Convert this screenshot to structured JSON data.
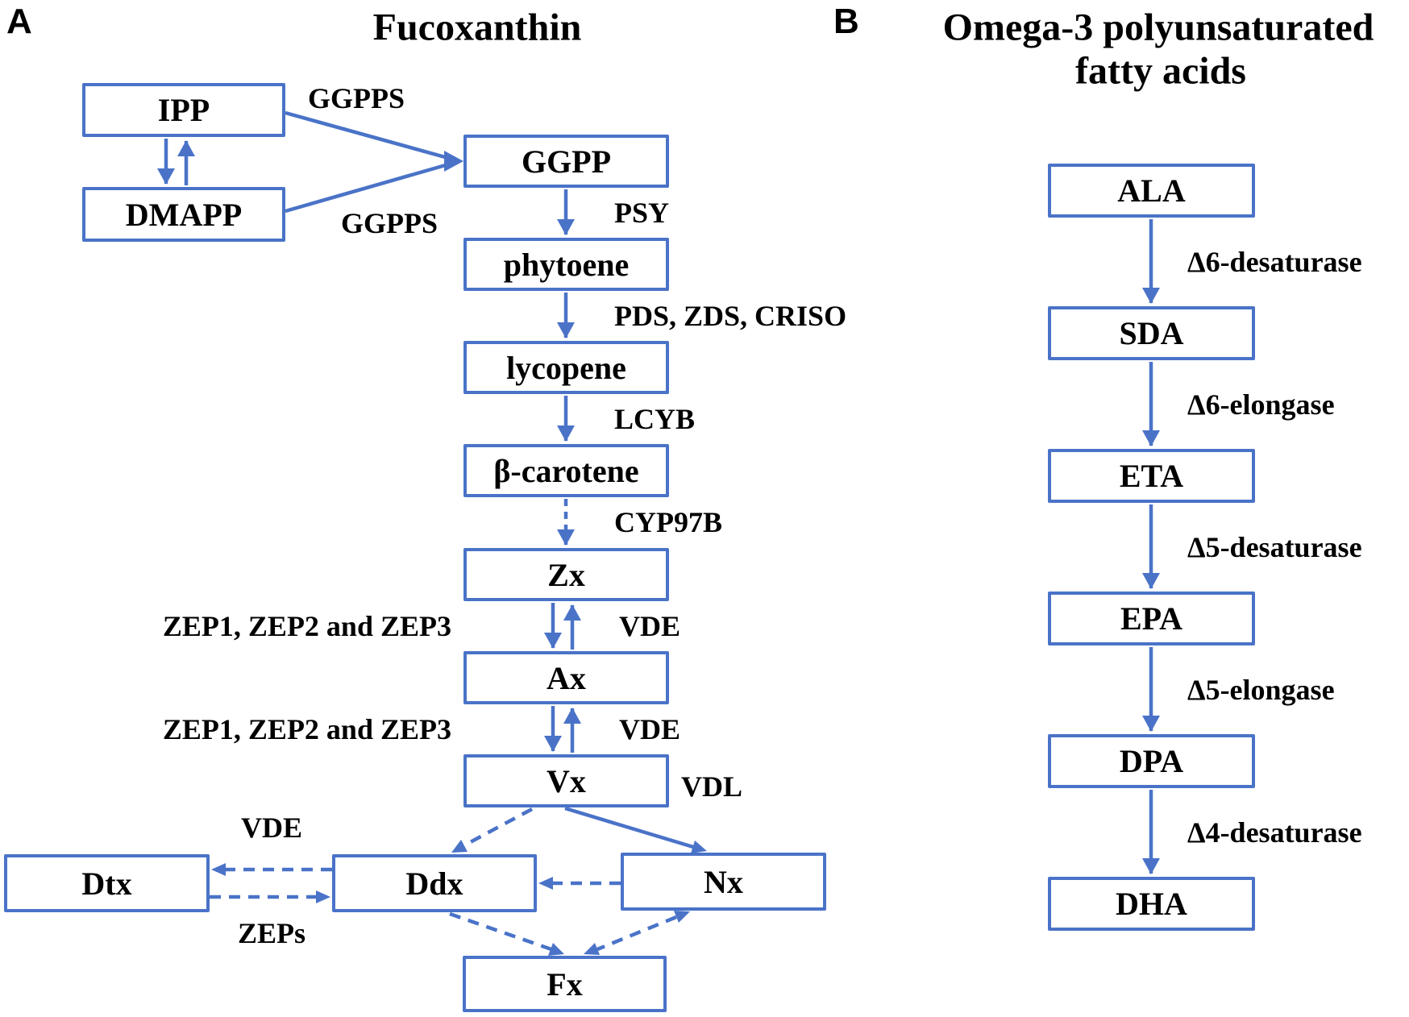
{
  "panel_a": {
    "label": "A",
    "title": "Fucoxanthin",
    "boxes": [
      {
        "id": "IPP",
        "label": "IPP"
      },
      {
        "id": "DMAPP",
        "label": "DMAPP"
      },
      {
        "id": "GGPP",
        "label": "GGPP"
      },
      {
        "id": "phytoene",
        "label": "phytoene"
      },
      {
        "id": "lycopene",
        "label": "lycopene"
      },
      {
        "id": "beta-carotene",
        "label": "β-carotene"
      },
      {
        "id": "Zx",
        "label": "Zx"
      },
      {
        "id": "Ax",
        "label": "Ax"
      },
      {
        "id": "Vx",
        "label": "Vx"
      },
      {
        "id": "Dtx",
        "label": "Dtx"
      },
      {
        "id": "Ddx",
        "label": "Ddx"
      },
      {
        "id": "Nx",
        "label": "Nx"
      },
      {
        "id": "Fx",
        "label": "Fx"
      }
    ],
    "enzymes": {
      "ggpps_top": "GGPPS",
      "ggpps_bottom": "GGPPS",
      "psy": "PSY",
      "pds_zds_criso": "PDS, ZDS, CRISO",
      "lcyb": "LCYB",
      "cyp97b": "CYP97B",
      "zep_group_1": "ZEP1, ZEP2 and ZEP3",
      "vde_1": "VDE",
      "zep_group_2": "ZEP1, ZEP2 and ZEP3",
      "vde_2": "VDE",
      "vdl": "VDL",
      "vde_3": "VDE",
      "zeps": "ZEPs"
    }
  },
  "panel_b": {
    "label": "B",
    "title_line1": "Omega-3 polyunsaturated",
    "title_line2": "fatty acids",
    "boxes": [
      {
        "id": "ALA",
        "label": "ALA"
      },
      {
        "id": "SDA",
        "label": "SDA"
      },
      {
        "id": "ETA",
        "label": "ETA"
      },
      {
        "id": "EPA",
        "label": "EPA"
      },
      {
        "id": "DPA",
        "label": "DPA"
      },
      {
        "id": "DHA",
        "label": "DHA"
      }
    ],
    "enzymes": {
      "d6_desaturase": "Δ6-desaturase",
      "d6_elongase": "Δ6-elongase",
      "d5_desaturase": "Δ5-desaturase",
      "d5_elongase": "Δ5-elongase",
      "d4_desaturase": "Δ4-desaturase"
    }
  },
  "colors": {
    "line_blue": "#4a73c8",
    "text": "#000000",
    "background": "#ffffff"
  }
}
